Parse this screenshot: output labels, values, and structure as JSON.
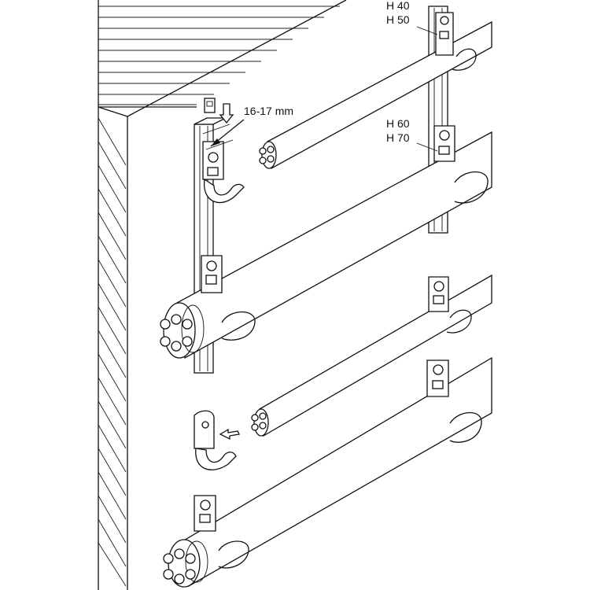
{
  "labels": {
    "gap": "16-17 mm",
    "upper_sizes": [
      "H 40",
      "H 50"
    ],
    "lower_sizes": [
      "H 60",
      "H 70"
    ]
  },
  "icons": {
    "insert_arrow_down": "arrow-down-icon",
    "insert_arrow_left": "arrow-left-icon"
  }
}
